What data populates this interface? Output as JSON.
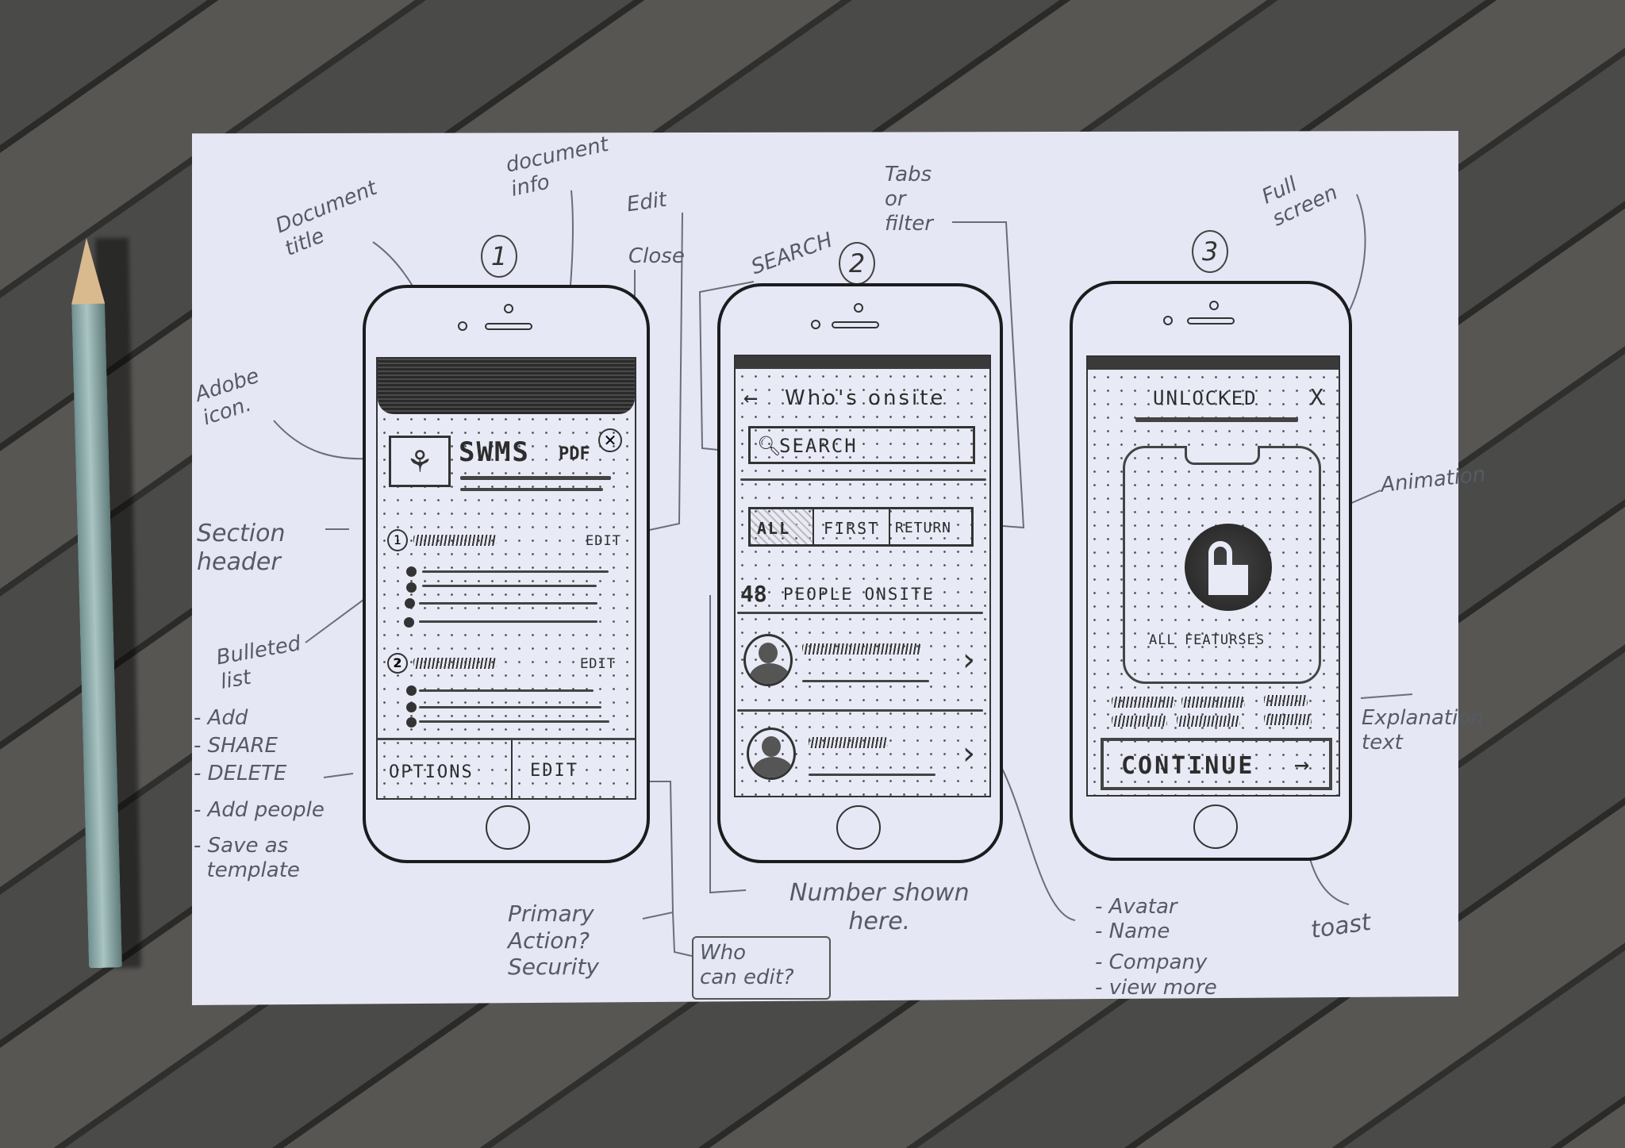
{
  "annotations": {
    "document_title": "Document\ntitle",
    "document_info": "document\ninfo",
    "edit": "Edit",
    "close": "Close",
    "search": "SEARCH",
    "tabs_or_filter": "Tabs\nor\nfilter",
    "full_screen": "Full\nscreen",
    "adobe_icon": "Adobe\nicon.",
    "section_header": "Section\nheader",
    "bulleted_list": "Bulleted\nlist",
    "options_list": [
      "- Add",
      "- SHARE",
      "- DELETE",
      "- Add people",
      "- Save as\n  template"
    ],
    "animation": "Animation",
    "explanation_text": "Explanation\ntext",
    "primary_action": "Primary\nAction?\nSecurity",
    "who_can_edit": "Who\ncan edit?",
    "number_shown": "Number shown\nhere.",
    "row_fields": [
      "- Avatar",
      "- Name",
      "- Company",
      "- view more"
    ],
    "toast": "toast"
  },
  "screens": [
    {
      "number": "1",
      "title": "SWMS",
      "title_suffix": "PDF",
      "close_icon": "close-circle-icon",
      "adobe_icon": "adobe-acrobat-icon",
      "sections": [
        {
          "number": "1",
          "action": "EDIT"
        },
        {
          "number": "2",
          "action": "EDIT"
        }
      ],
      "footer": {
        "options": "OPTIONS",
        "edit": "EDIT"
      }
    },
    {
      "number": "2",
      "back_icon": "arrow-left-icon",
      "title": "Who's onsite",
      "search_placeholder": "SEARCH",
      "tabs": [
        {
          "label": "ALL",
          "active": true
        },
        {
          "label": "FIRST",
          "active": false
        },
        {
          "label": "RETURN",
          "active": false
        }
      ],
      "count": "48",
      "count_label": "PEOPLE ONSITE"
    },
    {
      "number": "3",
      "title": "UNLOCKED",
      "close": "X",
      "caption": "ALL FEATURSES",
      "lock_icon": "unlocked-padlock-icon",
      "cta": "CONTINUE",
      "cta_icon": "arrow-right-icon"
    }
  ]
}
